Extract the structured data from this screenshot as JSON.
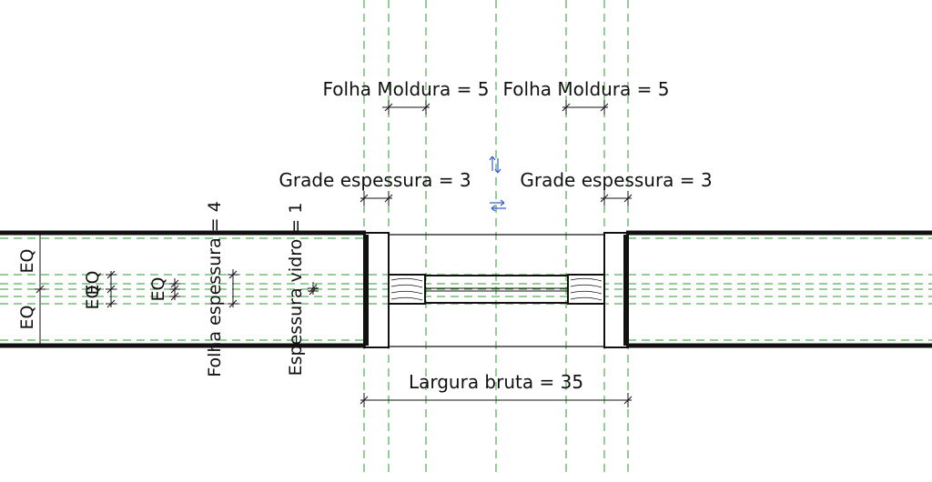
{
  "labels": {
    "frame_left": "Folha Moldura = 5",
    "frame_right": "Folha Moldura = 5",
    "mullion_left": "Grade espessura = 3",
    "mullion_right": "Grade espessura = 3",
    "rough_width": "Largura bruta = 35",
    "sash_thickness": "Folha espessura = 4",
    "glass_thickness": "Espessura vidro = 1",
    "eq_top": "EQ",
    "eq_bottom": "EQ",
    "eq_mid_a": "EQ",
    "eq_mid_b": "EQ",
    "eq_small": "EQ"
  },
  "colors": {
    "reference_line": "#2e9a2e",
    "wall_line": "#111111",
    "flip_control": "#3a5fd0"
  },
  "icons": {
    "flip_up": "flip-arrows-icon",
    "flip_down": "flip-arrows-icon"
  }
}
